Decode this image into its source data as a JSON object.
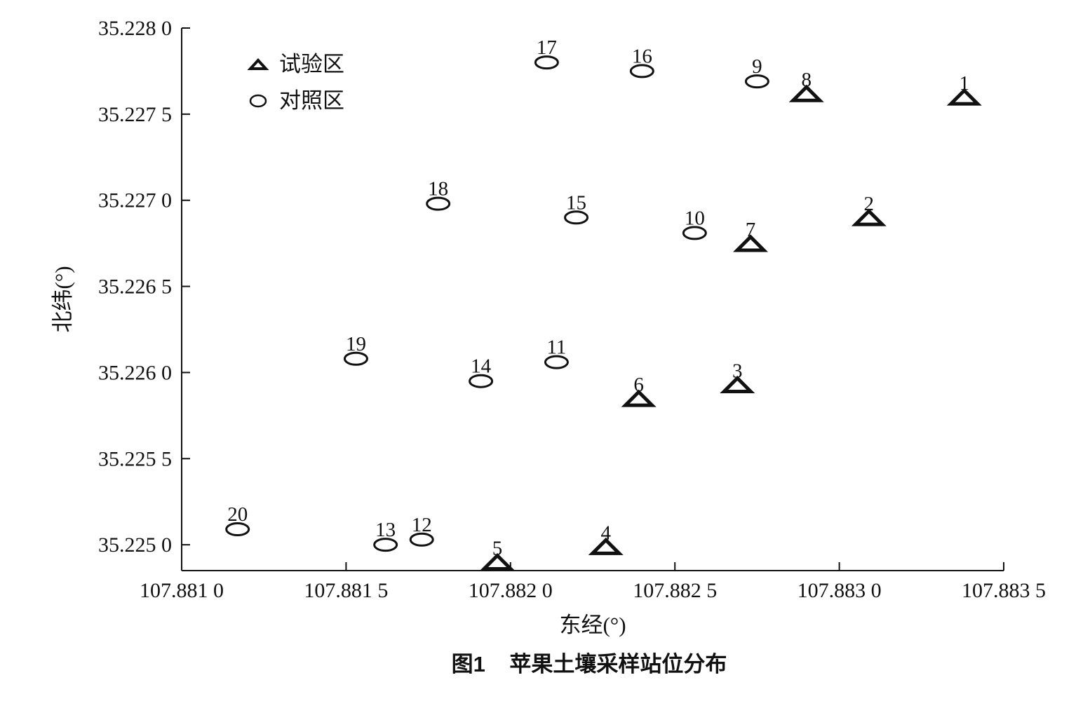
{
  "chart_data": {
    "type": "scatter",
    "caption": "图1    苹果土壤采样站位分布",
    "xlabel": "东经(°)",
    "ylabel": "北纬(°)",
    "xlim": [
      107.881,
      107.8835
    ],
    "ylim": [
      35.22485,
      35.228
    ],
    "x_ticks": [
      107.881,
      107.8815,
      107.882,
      107.8825,
      107.883,
      107.8835
    ],
    "x_tick_labels": [
      "107.881 0",
      "107.881 5",
      "107.882 0",
      "107.882 5",
      "107.883 0",
      "107.883 5"
    ],
    "y_ticks": [
      35.228,
      35.2275,
      35.227,
      35.2265,
      35.226,
      35.2255,
      35.225
    ],
    "y_tick_labels": [
      "35.228 0",
      "35.227 5",
      "35.227 0",
      "35.226 5",
      "35.226 0",
      "35.225 5",
      "35.225 0"
    ],
    "grid": false,
    "legend_position": "top-left",
    "series": [
      {
        "name": "试验区",
        "marker": "triangle",
        "color": "#111111",
        "points": [
          {
            "label": "1",
            "x": 107.88338,
            "y": 35.22756
          },
          {
            "label": "2",
            "x": 107.88309,
            "y": 35.22686
          },
          {
            "label": "3",
            "x": 107.88269,
            "y": 35.22589
          },
          {
            "label": "4",
            "x": 107.88229,
            "y": 35.22495
          },
          {
            "label": "5",
            "x": 107.88196,
            "y": 35.22486
          },
          {
            "label": "6",
            "x": 107.88239,
            "y": 35.22581
          },
          {
            "label": "7",
            "x": 107.88273,
            "y": 35.22671
          },
          {
            "label": "8",
            "x": 107.8829,
            "y": 35.22758
          }
        ]
      },
      {
        "name": "对照区",
        "marker": "ellipse",
        "color": "#111111",
        "points": [
          {
            "label": "9",
            "x": 107.88275,
            "y": 35.22769
          },
          {
            "label": "10",
            "x": 107.88256,
            "y": 35.22681
          },
          {
            "label": "11",
            "x": 107.88214,
            "y": 35.22606
          },
          {
            "label": "12",
            "x": 107.88173,
            "y": 35.22503
          },
          {
            "label": "13",
            "x": 107.88162,
            "y": 35.225
          },
          {
            "label": "14",
            "x": 107.88191,
            "y": 35.22595
          },
          {
            "label": "15",
            "x": 107.8822,
            "y": 35.2269
          },
          {
            "label": "16",
            "x": 107.8824,
            "y": 35.22775
          },
          {
            "label": "17",
            "x": 107.88211,
            "y": 35.2278
          },
          {
            "label": "18",
            "x": 107.88178,
            "y": 35.22698
          },
          {
            "label": "19",
            "x": 107.88153,
            "y": 35.22608
          },
          {
            "label": "20",
            "x": 107.88117,
            "y": 35.22509
          }
        ]
      }
    ]
  }
}
